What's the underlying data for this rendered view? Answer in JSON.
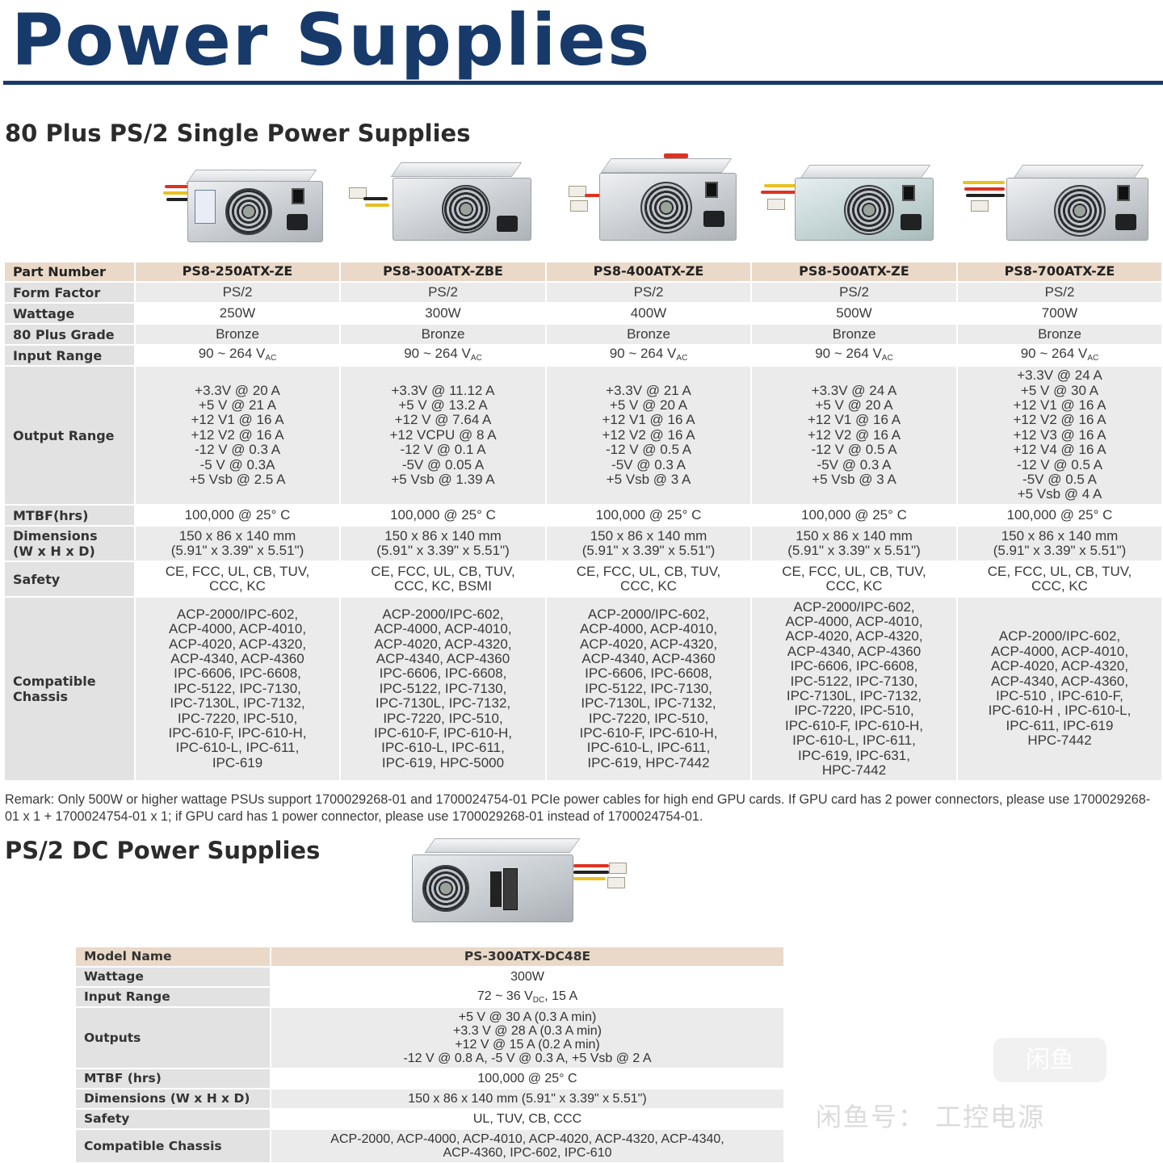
{
  "page_title": "Power Supplies",
  "section1_title": "80 Plus PS/2 Single Power Supplies",
  "section2_title": "PS/2 DC Power Supplies",
  "table1": {
    "header_label": "Part Number",
    "models": [
      "PS8-250ATX-ZE",
      "PS8-300ATX-ZBE",
      "PS8-400ATX-ZE",
      "PS8-500ATX-ZE",
      "PS8-700ATX-ZE"
    ],
    "rows": {
      "form_factor": {
        "label": "Form Factor",
        "values": [
          "PS/2",
          "PS/2",
          "PS/2",
          "PS/2",
          "PS/2"
        ]
      },
      "wattage": {
        "label": "Wattage",
        "values": [
          "250W",
          "300W",
          "400W",
          "500W",
          "700W"
        ]
      },
      "grade": {
        "label": "80 Plus Grade",
        "values": [
          "Bronze",
          "Bronze",
          "Bronze",
          "Bronze",
          "Bronze"
        ]
      },
      "input": {
        "label": "Input Range",
        "text": "90 ~ 264 V",
        "sub": "AC"
      },
      "output": {
        "label": "Output Range",
        "values": [
          [
            "+3.3V @ 20 A",
            "+5 V @ 21 A",
            "+12 V1 @ 16 A",
            "+12 V2 @ 16 A",
            "-12 V @ 0.3 A",
            "-5 V @ 0.3A",
            "+5 Vsb @ 2.5 A"
          ],
          [
            "+3.3V @ 11.12 A",
            "+5 V @ 13.2 A",
            "+12 V @ 7.64 A",
            "+12 VCPU @ 8 A",
            "-12 V @ 0.1 A",
            "-5V @ 0.05 A",
            "+5 Vsb @ 1.39 A"
          ],
          [
            "+3.3V @ 21 A",
            "+5 V @ 20 A",
            "+12 V1 @ 16 A",
            "+12 V2 @ 16 A",
            "-12 V @ 0.5 A",
            "-5V @ 0.3 A",
            "+5 Vsb @ 3 A"
          ],
          [
            "+3.3V @ 24 A",
            "+5 V @ 20 A",
            "+12 V1 @ 16 A",
            "+12 V2 @ 16 A",
            "-12 V @ 0.5 A",
            "-5V @ 0.3 A",
            "+5 Vsb @ 3 A"
          ],
          [
            "+3.3V @ 24 A",
            "+5 V @ 30 A",
            "+12 V1 @ 16 A",
            "+12 V2 @ 16 A",
            "+12 V3 @ 16 A",
            "+12 V4 @ 16 A",
            "-12 V @ 0.5 A",
            "-5V @ 0.5 A",
            "+5 Vsb @ 4 A"
          ]
        ]
      },
      "mtbf": {
        "label": "MTBF(hrs)",
        "values": [
          "100,000 @ 25° C",
          "100,000 @ 25° C",
          "100,000 @ 25° C",
          "100,000 @ 25° C",
          "100,000 @ 25° C"
        ]
      },
      "dimensions": {
        "label_line1": "Dimensions",
        "label_line2": "(W x H x D)",
        "line1": "150 x 86 x 140 mm",
        "line2": "(5.91\" x 3.39\" x 5.51\")"
      },
      "safety": {
        "label": "Safety",
        "values": [
          [
            "CE, FCC, UL, CB, TUV,",
            "CCC, KC"
          ],
          [
            "CE, FCC, UL, CB, TUV,",
            "CCC, KC, BSMI"
          ],
          [
            "CE, FCC, UL, CB, TUV,",
            "CCC, KC"
          ],
          [
            "CE, FCC, UL, CB, TUV,",
            "CCC, KC"
          ],
          [
            "CE, FCC, UL, CB, TUV,",
            "CCC, KC"
          ]
        ]
      },
      "chassis": {
        "label_line1": "Compatible",
        "label_line2": "Chassis",
        "values": [
          [
            "ACP-2000/IPC-602,",
            "ACP-4000, ACP-4010,",
            "ACP-4020, ACP-4320,",
            "ACP-4340, ACP-4360",
            "IPC-6606, IPC-6608,",
            "IPC-5122, IPC-7130,",
            "IPC-7130L, IPC-7132,",
            "IPC-7220, IPC-510,",
            "IPC-610-F, IPC-610-H,",
            "IPC-610-L, IPC-611,",
            "IPC-619"
          ],
          [
            "ACP-2000/IPC-602,",
            "ACP-4000, ACP-4010,",
            "ACP-4020, ACP-4320,",
            "ACP-4340, ACP-4360",
            "IPC-6606, IPC-6608,",
            "IPC-5122, IPC-7130,",
            "IPC-7130L, IPC-7132,",
            "IPC-7220, IPC-510,",
            "IPC-610-F, IPC-610-H,",
            "IPC-610-L, IPC-611,",
            "IPC-619, HPC-5000"
          ],
          [
            "ACP-2000/IPC-602,",
            "ACP-4000, ACP-4010,",
            "ACP-4020, ACP-4320,",
            "ACP-4340, ACP-4360",
            "IPC-6606, IPC-6608,",
            "IPC-5122, IPC-7130,",
            "IPC-7130L, IPC-7132,",
            "IPC-7220, IPC-510,",
            "IPC-610-F, IPC-610-H,",
            "IPC-610-L, IPC-611,",
            "IPC-619,  HPC-7442"
          ],
          [
            "ACP-2000/IPC-602,",
            "ACP-4000, ACP-4010,",
            "ACP-4020, ACP-4320,",
            "ACP-4340, ACP-4360",
            "IPC-6606, IPC-6608,",
            "IPC-5122, IPC-7130,",
            "IPC-7130L, IPC-7132,",
            "IPC-7220, IPC-510,",
            "IPC-610-F, IPC-610-H,",
            "IPC-610-L, IPC-611,",
            "IPC-619, IPC-631,",
            "HPC-7442"
          ],
          [
            "ACP-2000/IPC-602,",
            "ACP-4000, ACP-4010,",
            "ACP-4020, ACP-4320,",
            "ACP-4340, ACP-4360,",
            "IPC-510 , IPC-610-F,",
            "IPC-610-H , IPC-610-L,",
            "IPC-611, IPC-619",
            "HPC-7442"
          ]
        ]
      }
    }
  },
  "remark": "Remark: Only 500W or higher wattage PSUs support 1700029268-01 and 1700024754-01 PCIe power cables for high end GPU cards. If GPU card has 2 power connectors, please use 1700029268-01 x 1 + 1700024754-01 x 1; if GPU card has 1 power connector, please use 1700029268-01 instead of 1700024754-01.",
  "table2": {
    "rows": [
      {
        "label": "Model Name",
        "value": "PS-300ATX-DC48E"
      },
      {
        "label": "Wattage",
        "value": "300W"
      },
      {
        "label": "Input Range",
        "value_a": "72 ~ 36 V",
        "value_sub": "DC",
        "value_b": ", 15 A"
      },
      {
        "label": "Outputs",
        "lines": [
          "+5 V @ 30 A (0.3 A min)",
          "+3.3 V @ 28 A (0.3 A min)",
          "+12 V @ 15 A (0.2 A min)",
          "-12 V @ 0.8 A, -5 V @ 0.3 A, +5 Vsb @ 2 A"
        ]
      },
      {
        "label": "MTBF (hrs)",
        "value": "100,000 @ 25° C"
      },
      {
        "label": "Dimensions (W x H x D)",
        "value": "150 x 86 x 140 mm (5.91\" x 3.39\" x 5.51\")"
      },
      {
        "label": "Safety",
        "value": "UL, TUV, CB, CCC"
      },
      {
        "label": "Compatible Chassis",
        "lines": [
          "ACP-2000, ACP-4000, ACP-4010, ACP-4020, ACP-4320, ACP-4340,",
          "ACP-4360, IPC-602, IPC-610"
        ]
      }
    ]
  },
  "watermark": {
    "text": "闲鱼号：  工控电源",
    "logo": "闲鱼"
  }
}
